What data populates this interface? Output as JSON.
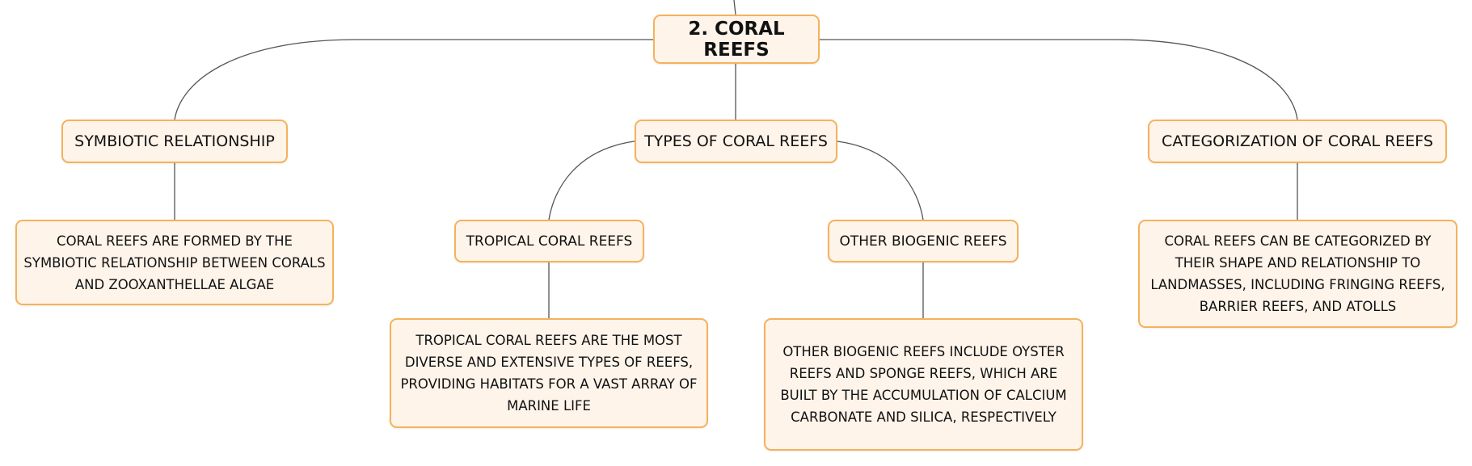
{
  "diagram": {
    "root": {
      "label": "2. CORAL REEFS"
    },
    "branches": [
      {
        "label": "SYMBIOTIC RELATIONSHIP",
        "children": [
          {
            "text": "CORAL REEFS ARE FORMED BY THE SYMBIOTIC RELATIONSHIP BETWEEN CORALS AND ZOOXANTHELLAE ALGAE"
          }
        ]
      },
      {
        "label": "TYPES OF CORAL REEFS",
        "children": [
          {
            "label": "TROPICAL CORAL REEFS",
            "text": "TROPICAL CORAL REEFS ARE THE MOST DIVERSE AND EXTENSIVE TYPES OF REEFS, PROVIDING HABITATS FOR A VAST ARRAY OF MARINE LIFE"
          },
          {
            "label": "OTHER BIOGENIC REEFS",
            "text": "OTHER BIOGENIC REEFS INCLUDE OYSTER REEFS AND SPONGE REEFS, WHICH ARE BUILT BY THE ACCUMULATION OF CALCIUM CARBONATE AND SILICA, RESPECTIVELY"
          }
        ]
      },
      {
        "label": "CATEGORIZATION OF CORAL REEFS",
        "children": [
          {
            "text": "CORAL REEFS CAN BE CATEGORIZED BY THEIR SHAPE AND RELATIONSHIP TO LANDMASSES, INCLUDING FRINGING REEFS, BARRIER REEFS, AND ATOLLS"
          }
        ]
      }
    ]
  },
  "colors": {
    "node_fill": "#fef4ea",
    "node_border": "#f5b25b",
    "connector": "#555555",
    "text": "#111111"
  }
}
